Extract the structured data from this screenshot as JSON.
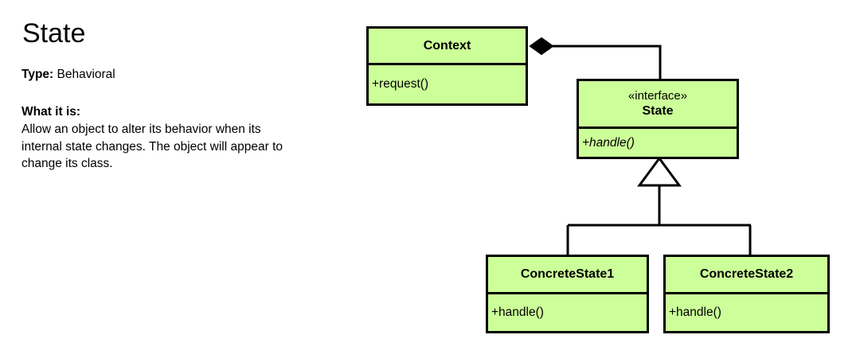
{
  "page": {
    "background_color": "#ffffff",
    "text_color": "#000000"
  },
  "info_panel": {
    "title": "State",
    "type_label": "Type:",
    "type_value": "Behavioral",
    "what_heading": "What it is:",
    "what_body": "Allow an object to alter its behavior when its internal state changes. The object will appear to change its class."
  },
  "diagram": {
    "fill_color": "#ccff99",
    "stroke_color": "#000000",
    "classes": [
      {
        "id": "context",
        "name": "Context",
        "stereotype": "",
        "members": [
          "+request()"
        ],
        "abstract_members": false
      },
      {
        "id": "state",
        "name": "State",
        "stereotype": "«interface»",
        "members": [
          "+handle()"
        ],
        "abstract_members": true
      },
      {
        "id": "concretestate1",
        "name": "ConcreteState1",
        "stereotype": "",
        "members": [
          "+handle()"
        ],
        "abstract_members": false
      },
      {
        "id": "concretestate2",
        "name": "ConcreteState2",
        "stereotype": "",
        "members": [
          "+handle()"
        ],
        "abstract_members": false
      }
    ],
    "relations": [
      {
        "id": "context-state-composition",
        "type": "composition",
        "from": "Context",
        "to": "State",
        "marker": "filled-diamond"
      },
      {
        "id": "concretestate1-state-generalization",
        "type": "generalization",
        "from": "ConcreteState1",
        "to": "State",
        "marker": "hollow-triangle"
      },
      {
        "id": "concretestate2-state-generalization",
        "type": "generalization",
        "from": "ConcreteState2",
        "to": "State",
        "marker": "hollow-triangle"
      }
    ]
  }
}
